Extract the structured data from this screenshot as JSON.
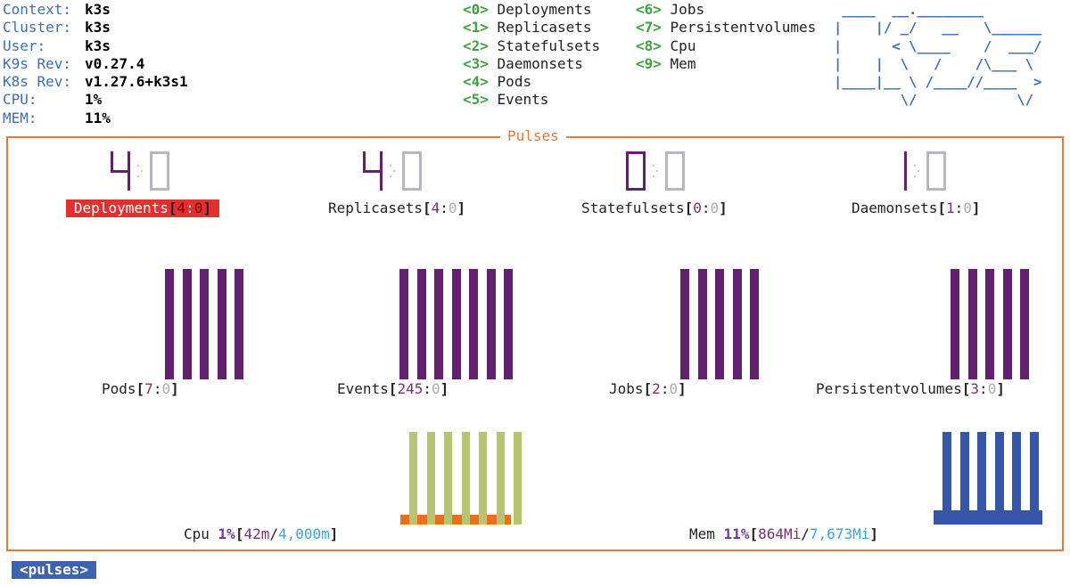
{
  "info": [
    {
      "key": "Context:",
      "value": "k3s"
    },
    {
      "key": "Cluster:",
      "value": "k3s"
    },
    {
      "key": "User:",
      "value": "k3s"
    },
    {
      "key": "K9s Rev:",
      "value": "v0.27.4"
    },
    {
      "key": "K8s Rev:",
      "value": "v1.27.6+k3s1"
    },
    {
      "key": "CPU:",
      "value": "1%"
    },
    {
      "key": "MEM:",
      "value": "11%"
    }
  ],
  "shortcuts_col1": [
    {
      "key": "<0>",
      "label": "Deployments"
    },
    {
      "key": "<1>",
      "label": "Replicasets"
    },
    {
      "key": "<2>",
      "label": "Statefulsets"
    },
    {
      "key": "<3>",
      "label": "Daemonsets"
    },
    {
      "key": "<4>",
      "label": "Pods"
    },
    {
      "key": "<5>",
      "label": "Events"
    }
  ],
  "shortcuts_col2": [
    {
      "key": "<6>",
      "label": "Jobs"
    },
    {
      "key": "<7>",
      "label": "Persistentvolumes"
    },
    {
      "key": "<8>",
      "label": "Cpu"
    },
    {
      "key": "<9>",
      "label": "Mem"
    }
  ],
  "logo_text": " ____  __.________\n|    |/ _/   __   \\______\n|      < \\____    /  ___/\n|    |  \\   /    /\\___ \\\n|____|__ \\ /____//____  >\n        \\/            \\/",
  "frame_title": "Pulses",
  "gauges": [
    {
      "label": "Deployments",
      "ok": "4",
      "sep": ":",
      "fail": "0",
      "digits": [
        "4",
        "0"
      ],
      "selected": true
    },
    {
      "label": "Replicasets",
      "ok": "4",
      "sep": ":",
      "fail": "0",
      "digits": [
        "4",
        "0"
      ],
      "selected": false
    },
    {
      "label": "Statefulsets",
      "ok": "0",
      "sep": ":",
      "fail": "0",
      "digits": [
        "0",
        "0"
      ],
      "selected": false
    },
    {
      "label": "Daemonsets",
      "ok": "1",
      "sep": ":",
      "fail": "0",
      "digits": [
        "1",
        "0"
      ],
      "selected": false
    }
  ],
  "sparks": [
    {
      "label": "Pods",
      "ok": "7",
      "sep": ":",
      "fail": "0",
      "bars": 5
    },
    {
      "label": "Events",
      "ok": "245",
      "sep": ":",
      "fail": "0",
      "bars": 7
    },
    {
      "label": "Jobs",
      "ok": "2",
      "sep": ":",
      "fail": "0",
      "bars": 5
    },
    {
      "label": "Persistentvolumes",
      "ok": "3",
      "sep": ":",
      "fail": "0",
      "bars": 5
    }
  ],
  "cpu": {
    "label": "Cpu",
    "pct": "1%",
    "used": "42m",
    "sep": "/",
    "total": "4,000m",
    "bars": 7
  },
  "mem": {
    "label": "Mem",
    "pct": "11%",
    "used": "864Mi",
    "sep": "/",
    "total": "7,673Mi",
    "bars": 6
  },
  "colors": {
    "bar": "#62216e",
    "cpu_bar": "#b7c472",
    "cpu_base": "#e8721c",
    "mem_bar": "#3656a8",
    "lit_segment": "#62216e",
    "dim_segment": "#b4b6c2",
    "selected_bg": "#e03030",
    "frame": "#e07b3c"
  },
  "crumb": "<pulses>"
}
